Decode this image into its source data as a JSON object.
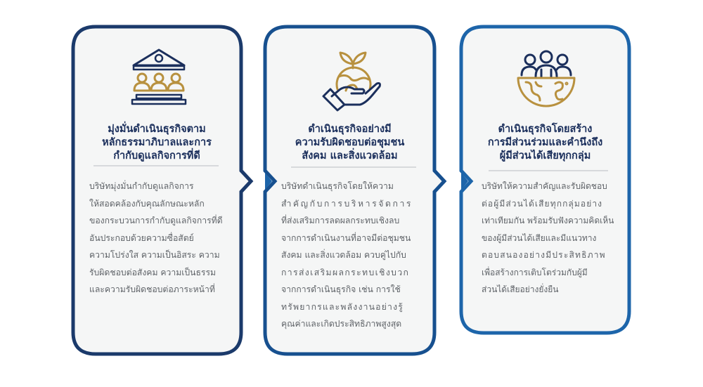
{
  "colors": {
    "card1_border": "#1b3a6b",
    "card2_border": "#17508f",
    "card3_border": "#1d65aa",
    "card_fill": "#f5f6f6",
    "gold": "#b8913f",
    "navy_icon": "#1b2f5c",
    "title_text": "#1b2f5c",
    "body_text": "#5f6368",
    "divider": "#d7d9dc"
  },
  "cards": [
    {
      "icon": "governance-building-people-icon",
      "title_lines": [
        "มุ่งมั่นดำเนินธุรกิจตาม",
        "หลักธรรมาภิบาลและการ",
        "กำกับดูแลกิจการที่ดี"
      ],
      "desc_lines": [
        "บริษัทมุ่งมั่นกำกับดูแลกิจการ",
        "ให้สอดคล้องกับคุณลักษณะหลัก",
        "ของกระบวนการกำกับดูแลกิจการที่ดี",
        "อันประกอบด้วยความซื่อสัตย์",
        "ความโปร่งใส ความเป็นอิสระ ความ",
        "รับผิดชอบต่อสังคม ความเป็นธรรม",
        "และความรับผิดชอบต่อภาระหน้าที่"
      ]
    },
    {
      "icon": "hand-holding-globe-sprout-icon",
      "title_lines": [
        "ดำเนินธุรกิจอย่างมี",
        "ความรับผิดชอบต่อชุมชน",
        "สังคม และสิ่งแวดล้อม"
      ],
      "desc_lines": [
        "บริษัทดำเนินธุรกิจโดยให้ความ",
        "สำคัญกับการบริหารจัดการ",
        "ที่ส่งเสริมการลดผลกระทบเชิงลบ",
        "จากการดำเนินงานที่อาจมีต่อชุมชน",
        "สังคม และสิ่งแวดล้อม ควบคู่ไปกับ",
        "การส่งเสริมผลกระทบเชิงบวก",
        "จากการดำเนินธุรกิจ เช่น การใช้",
        "ทรัพยากรและพลังงานอย่างรู้",
        "คุณค่าและเกิดประสิทธิภาพสูงสุด"
      ]
    },
    {
      "icon": "stakeholders-globe-icon",
      "title_lines": [
        "ดำเนินธุรกิจโดยสร้าง",
        "การมีส่วนร่วมและคำนึงถึง",
        "ผู้มีส่วนได้เสียทุกกลุ่ม"
      ],
      "desc_lines": [
        "บริษัทให้ความสำคัญและรับผิดชอบ",
        "ต่อผู้มีส่วนได้เสียทุกกลุ่มอย่าง",
        "เท่าเทียมกัน พร้อมรับฟังความคิดเห็น",
        "ของผู้มีส่วนได้เสียและมีแนวทาง",
        "ตอบสนองอย่างมีประสิทธิภาพ",
        "เพื่อสร้างการเติบโตร่วมกับผู้มี",
        "ส่วนได้เสียอย่างยั่งยืน"
      ]
    }
  ]
}
